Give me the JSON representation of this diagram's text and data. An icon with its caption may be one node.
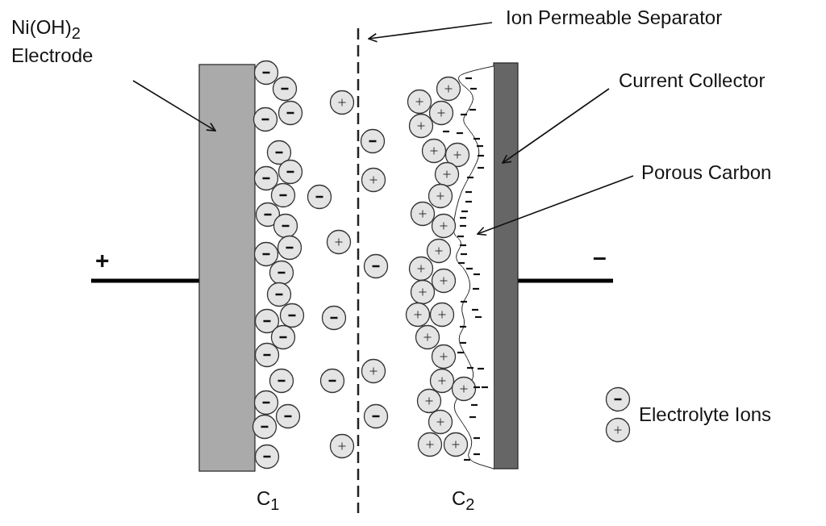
{
  "diagram": {
    "nodes": [
      {
        "text": [
          "Ni(OH)$_{2}$ Electrode"
        ]
      },
      {
        "text": [],
        "shape": "bar"
      },
      {
        "text": [
          "Ion Permeable Separator"
        ]
      },
      {
        "text": [],
        "shape": "line"
      },
      {
        "text": [
          "Current Collector"
        ]
      },
      {
        "text": [],
        "shape": "bar"
      },
      {
        "text": [
          "Porous Carbon"
        ]
      },
      {
        "text": [],
        "shape": "layer"
      }
    ],
    "edges": [
      {
        "from": 0,
        "to": 1,
        "arrow": "to"
      },
      {
        "from": 2,
        "to": 3,
        "arrow": "to"
      },
      {
        "from": 4,
        "to": 5,
        "arrow": "to"
      },
      {
        "from": 6,
        "to": 7,
        "arrow": "to"
      }
    ],
    "labels": [
      "+",
      "–",
      "C$_{1}$",
      "C$_{2}$"
    ],
    "legend": [
      {
        "text": "Electrolyte Ions"
      }
    ]
  }
}
